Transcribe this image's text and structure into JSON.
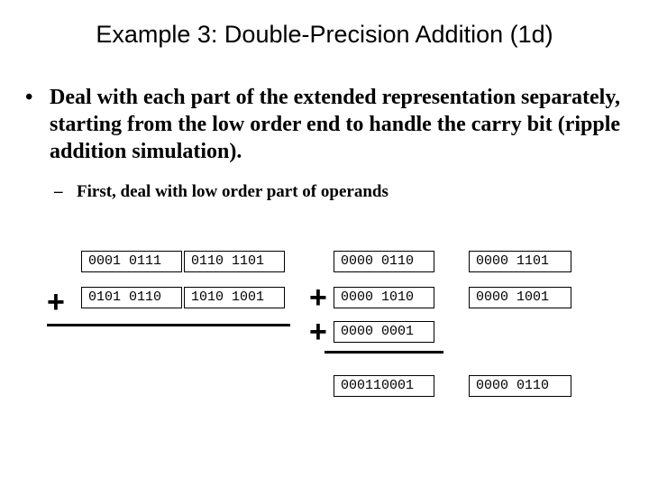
{
  "slide": {
    "title": "Example 3: Double-Precision Addition (1d)",
    "bullet": {
      "marker": "•",
      "text": "Deal with each part of the extended representation separately, starting from the low order end to handle the carry bit (ripple addition simulation)."
    },
    "sub_bullet": {
      "marker": "–",
      "text": "First, deal with low order part of operands"
    }
  },
  "left_sum": {
    "operand1_high": "0001 0111",
    "operand1_low": "0110 1101",
    "operator": "+",
    "operand2_high": "0101 0110",
    "operand2_low": "1010 1001"
  },
  "right_sum": {
    "high_a": "0000 0110",
    "low_a": "0000 1101",
    "operator1": "+",
    "high_b": "0000 1010",
    "low_b": "0000 1001",
    "operator2": "+",
    "carry_in": "0000 0001",
    "result_high": "0001 0001",
    "result_high_overlay": "1",
    "result_low": "0000 0110"
  }
}
